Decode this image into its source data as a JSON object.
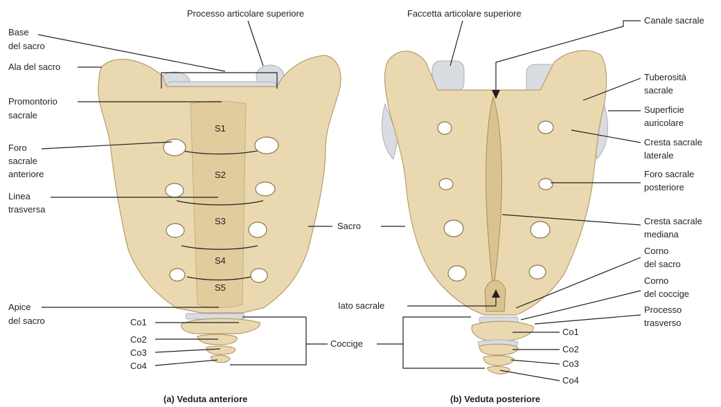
{
  "anterior": {
    "labels": {
      "base": [
        "Base",
        "del sacro"
      ],
      "sup_process": "Processo articolare superiore",
      "ala": "Ala del sacro",
      "promontory": [
        "Promontorio",
        "sacrale"
      ],
      "ant_foramen": [
        "Foro",
        "sacrale",
        "anteriore"
      ],
      "transverse_line": [
        "Linea",
        "trasversa"
      ],
      "apex": [
        "Apice",
        "del sacro"
      ],
      "co1": "Co1",
      "co2": "Co2",
      "co3": "Co3",
      "co4": "Co4"
    },
    "segments": [
      "S1",
      "S2",
      "S3",
      "S4",
      "S5"
    ],
    "caption": "(a) Veduta anteriore"
  },
  "center": {
    "sacrum": "Sacro",
    "coccyx": "Coccige"
  },
  "posterior": {
    "labels": {
      "sup_facet": "Faccetta articolare superiore",
      "sacral_canal": "Canale sacrale",
      "tuberosity": [
        "Tuberosità",
        "sacrale"
      ],
      "auricular": [
        "Superficie",
        "auricolare"
      ],
      "lat_crest": [
        "Cresta sacrale",
        "laterale"
      ],
      "post_foramen": [
        "Foro sacrale",
        "posteriore"
      ],
      "median_crest": [
        "Cresta sacrale",
        "mediana"
      ],
      "sacral_horn": [
        "Corno",
        "del sacro"
      ],
      "coccyx_horn": [
        "Corno",
        "del coccige"
      ],
      "transverse_process": [
        "Processo",
        "trasverso"
      ],
      "hiatus": "Iato sacrale",
      "co1": "Co1",
      "co2": "Co2",
      "co3": "Co3",
      "co4": "Co4"
    },
    "caption": "(b) Veduta posteriore"
  },
  "colors": {
    "bone": "#ead9b0",
    "bone_shadow": "#d9c38e",
    "facet": "#d9dde2",
    "line": "#231f20"
  }
}
